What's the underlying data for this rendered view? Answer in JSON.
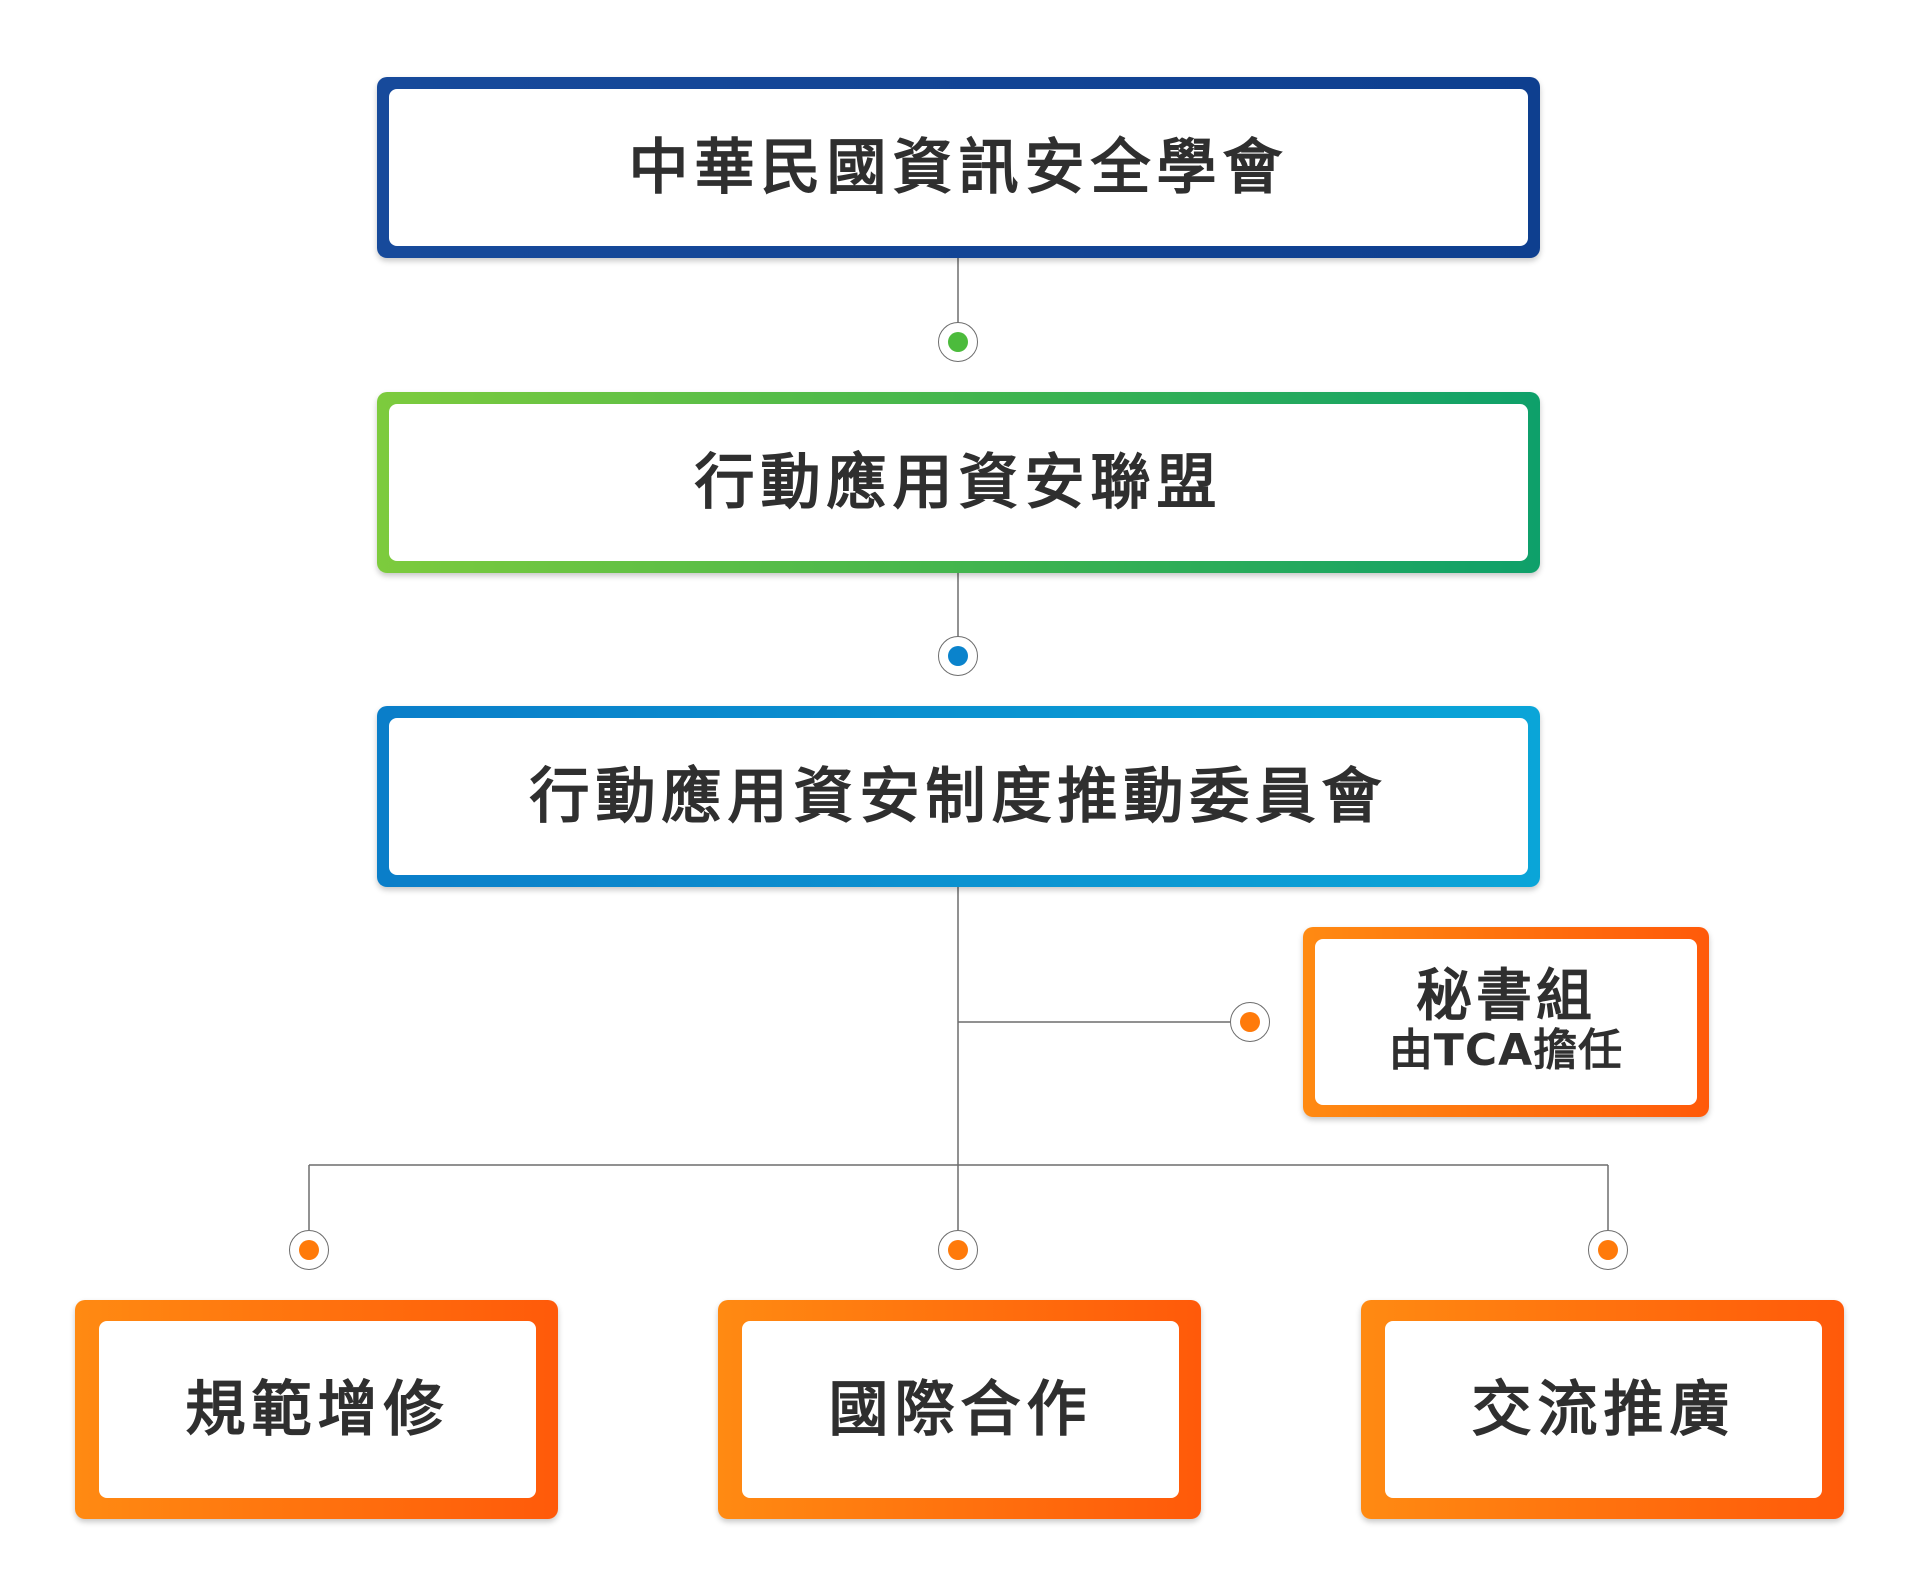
{
  "nodes": {
    "top": {
      "label": "中華民國資訊安全學會"
    },
    "alliance": {
      "label": "行動應用資安聯盟"
    },
    "committee": {
      "label": "行動應用資安制度推動委員會"
    },
    "secretariat": {
      "title": "秘書組",
      "subtitle": "由TCA擔任"
    },
    "children": [
      {
        "label": "規範增修"
      },
      {
        "label": "國際合作"
      },
      {
        "label": "交流推廣"
      }
    ]
  },
  "colors": {
    "dark_blue": "#0e3f8f",
    "green": "#3db34f",
    "blue": "#0a8fd0",
    "orange": "#ff7a0a",
    "connector": "#6d6d6d",
    "text": "#2f2f2f"
  }
}
